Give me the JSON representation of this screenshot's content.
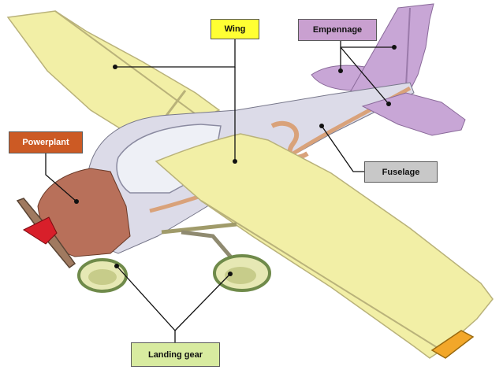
{
  "labels": {
    "wing": {
      "text": "Wing",
      "color": "#ffff33",
      "text_color": "#111111"
    },
    "empennage": {
      "text": "Empennage",
      "color": "#c9a0d0",
      "text_color": "#111111"
    },
    "powerplant": {
      "text": "Powerplant",
      "color": "#cc5a24",
      "text_color": "#ffffff"
    },
    "fuselage": {
      "text": "Fuselage",
      "color": "#c8c8c8",
      "text_color": "#111111"
    },
    "landing_gear": {
      "text": "Landing gear",
      "color": "#d8eba0",
      "text_color": "#111111"
    }
  },
  "colors": {
    "wing_fill": "#f2efa6",
    "wing_edge": "#b9b27a",
    "fuselage_fill": "#dcdbe8",
    "tail_fill": "#c8a6d6",
    "cowling_fill": "#b8705a",
    "spinner_fill": "#d81f2a",
    "gear_fill": "#e6e8b4",
    "gear_edge": "#6f8a4a",
    "stripe": "#d9a27a",
    "leader_line": "#111111"
  }
}
